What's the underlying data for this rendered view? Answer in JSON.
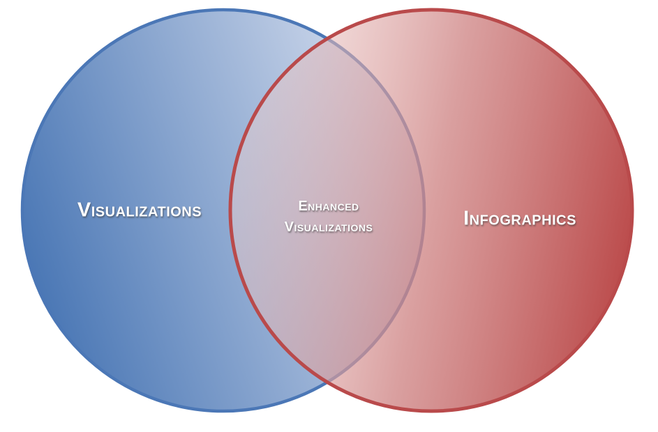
{
  "diagram": {
    "type": "venn",
    "background_color": "#FFFFFF",
    "text_color": "#FFFFFF",
    "left_circle": {
      "label": "Visualizations",
      "stroke_color": "#4B77B6",
      "fill_dark": "#4A77B5",
      "fill_light": "#DAE1F0"
    },
    "right_circle": {
      "label": "Infographics",
      "stroke_color": "#B94A4B",
      "fill_light": "#EFD2D0",
      "fill_mid": "#CF8585",
      "fill_dark": "#B94545"
    },
    "overlap": {
      "label_line1": "Enhanced",
      "label_line2": "Visualizations"
    }
  }
}
